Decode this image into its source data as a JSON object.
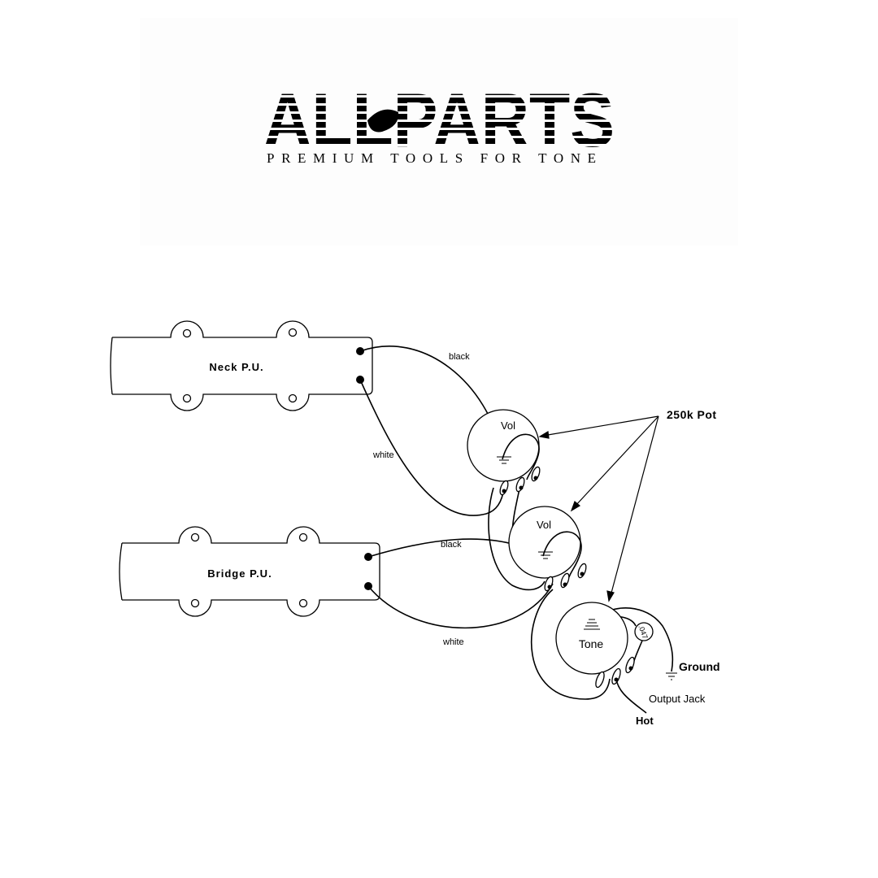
{
  "logo": {
    "brand": "ALLPARTS",
    "tagline": "PREMIUM TOOLS FOR TONE"
  },
  "pickups": {
    "neck": "Neck P.U.",
    "bridge": "Bridge P.U."
  },
  "wires": {
    "neck_black": "black",
    "neck_white": "white",
    "bridge_black": "black",
    "bridge_white": "white"
  },
  "pots": {
    "vol_neck": "Vol",
    "vol_bridge": "Vol",
    "tone": "Tone",
    "callout": "250k Pot"
  },
  "capacitor": ".047",
  "jack": {
    "ground": "Ground",
    "output": "Output Jack",
    "hot": "Hot"
  }
}
